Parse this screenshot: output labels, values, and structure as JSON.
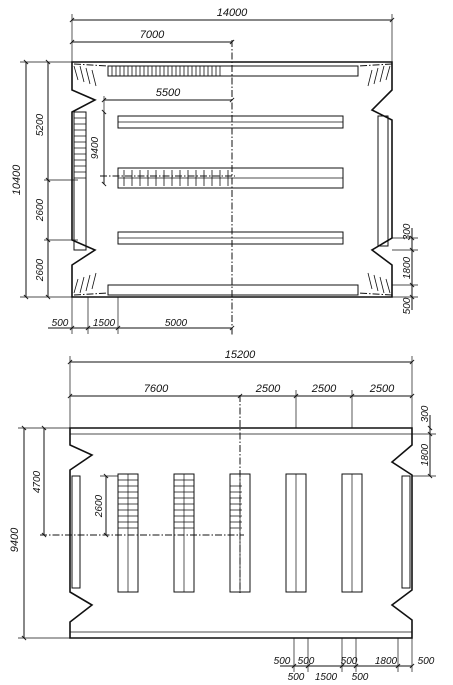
{
  "top_plan": {
    "dims": {
      "overall_width": "14000",
      "half_width": "7000",
      "inner_span": "5500",
      "overall_height": "10400",
      "upper_section": "5200",
      "middle_section": "2600",
      "lower_section": "2600",
      "opening_height": "9400",
      "right_top": "300",
      "right_middle": "1800",
      "right_bottom": "500",
      "bottom_a": "500",
      "bottom_b": "1500",
      "bottom_c": "5000"
    }
  },
  "bottom_plan": {
    "dims": {
      "overall_width": "15200",
      "left_span": "7600",
      "bay_1": "2500",
      "bay_2": "2500",
      "bay_3": "2500",
      "overall_height": "9400",
      "upper_height": "4700",
      "inner_height": "2600",
      "right_top": "300",
      "right_middle": "1800",
      "bottom_1": "500",
      "bottom_2": "500",
      "bottom_3": "500",
      "bottom_4": "1800",
      "bottom_5": "500",
      "bottom_6": "500",
      "bottom_7": "1500",
      "bottom_8": "500"
    }
  }
}
